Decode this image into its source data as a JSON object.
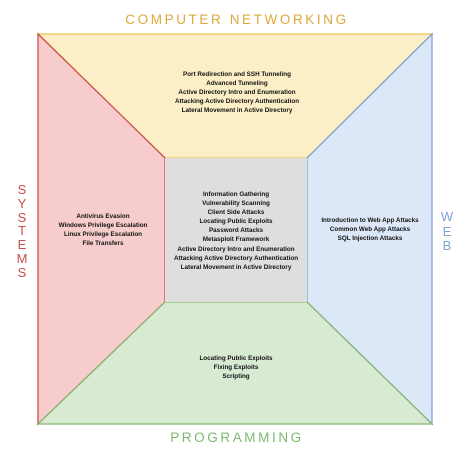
{
  "colors": {
    "top": "#fcefc7",
    "top_border": "#e9c352",
    "left": "#f6cdcc",
    "left_border": "#c9504b",
    "right": "#dce8f8",
    "right_border": "#7fa2d6",
    "bottom": "#d8ead2",
    "bottom_border": "#87b673",
    "center": "#dedede"
  },
  "titles": {
    "top": "COMPUTER NETWORKING",
    "bottom": "PROGRAMMING",
    "left": [
      "S",
      "Y",
      "S",
      "T",
      "E",
      "M",
      "S"
    ],
    "right": [
      "W",
      "E",
      "B"
    ]
  },
  "sections": {
    "top": [
      "Port Redirection and SSH Tunneling",
      "Advanced Tunneling",
      "Active Directory Intro and Enumeration",
      "Attacking Active Directory Authentication",
      "Lateral Movement in Active Directory"
    ],
    "left": [
      "Antivirus Evasion",
      "Windows Privilege Escalation",
      "Linux Privilege Escalation",
      "File Transfers"
    ],
    "center": [
      "Information Gathering",
      "Vulnerability Scanning",
      "Client Side Attacks",
      "Locating Public Exploits",
      "Password Attacks",
      "Metasploit Framework",
      "Active Directory Intro and Enumeration",
      "Attacking Active Directory Authentication",
      "Lateral Movement in Active Directory"
    ],
    "right": [
      "Introduction to Web App Attacks",
      "Common Web App Attacks",
      "SQL Injection Attacks"
    ],
    "bottom": [
      "Locating Public Exploits",
      "Fixing Exploits",
      "Scripting"
    ]
  }
}
